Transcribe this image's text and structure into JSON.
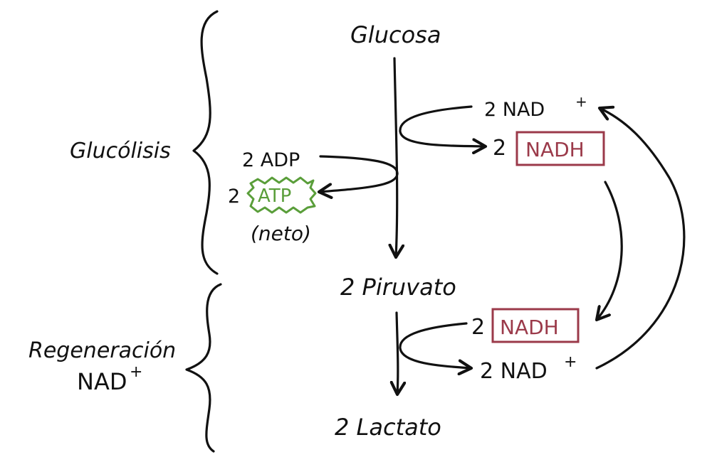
{
  "labels": {
    "glucose": "Glucosa",
    "pyruvate": "2 Piruvato",
    "lactate": "2 Lactato",
    "glycolysis_stage": "Glucólisis",
    "regeneration_stage_line1": "Regeneración",
    "regeneration_stage_line2": "NAD",
    "regeneration_stage_sup": "+",
    "adp": "2 ADP",
    "atp_coef": "2",
    "atp": "ATP",
    "net": "(neto)",
    "nad_top": "2 NAD",
    "nad_top_sup": "+",
    "nadh_top_coef": "2",
    "nadh_top": "NADH",
    "nadh_bottom_coef": "2",
    "nadh_bottom": "NADH",
    "nad_bottom": "2 NAD",
    "nad_bottom_sup": "+"
  },
  "colors": {
    "ink": "#111111",
    "atp_green": "#5a9e3a",
    "nadh_maroon": "#9b3a4a"
  }
}
